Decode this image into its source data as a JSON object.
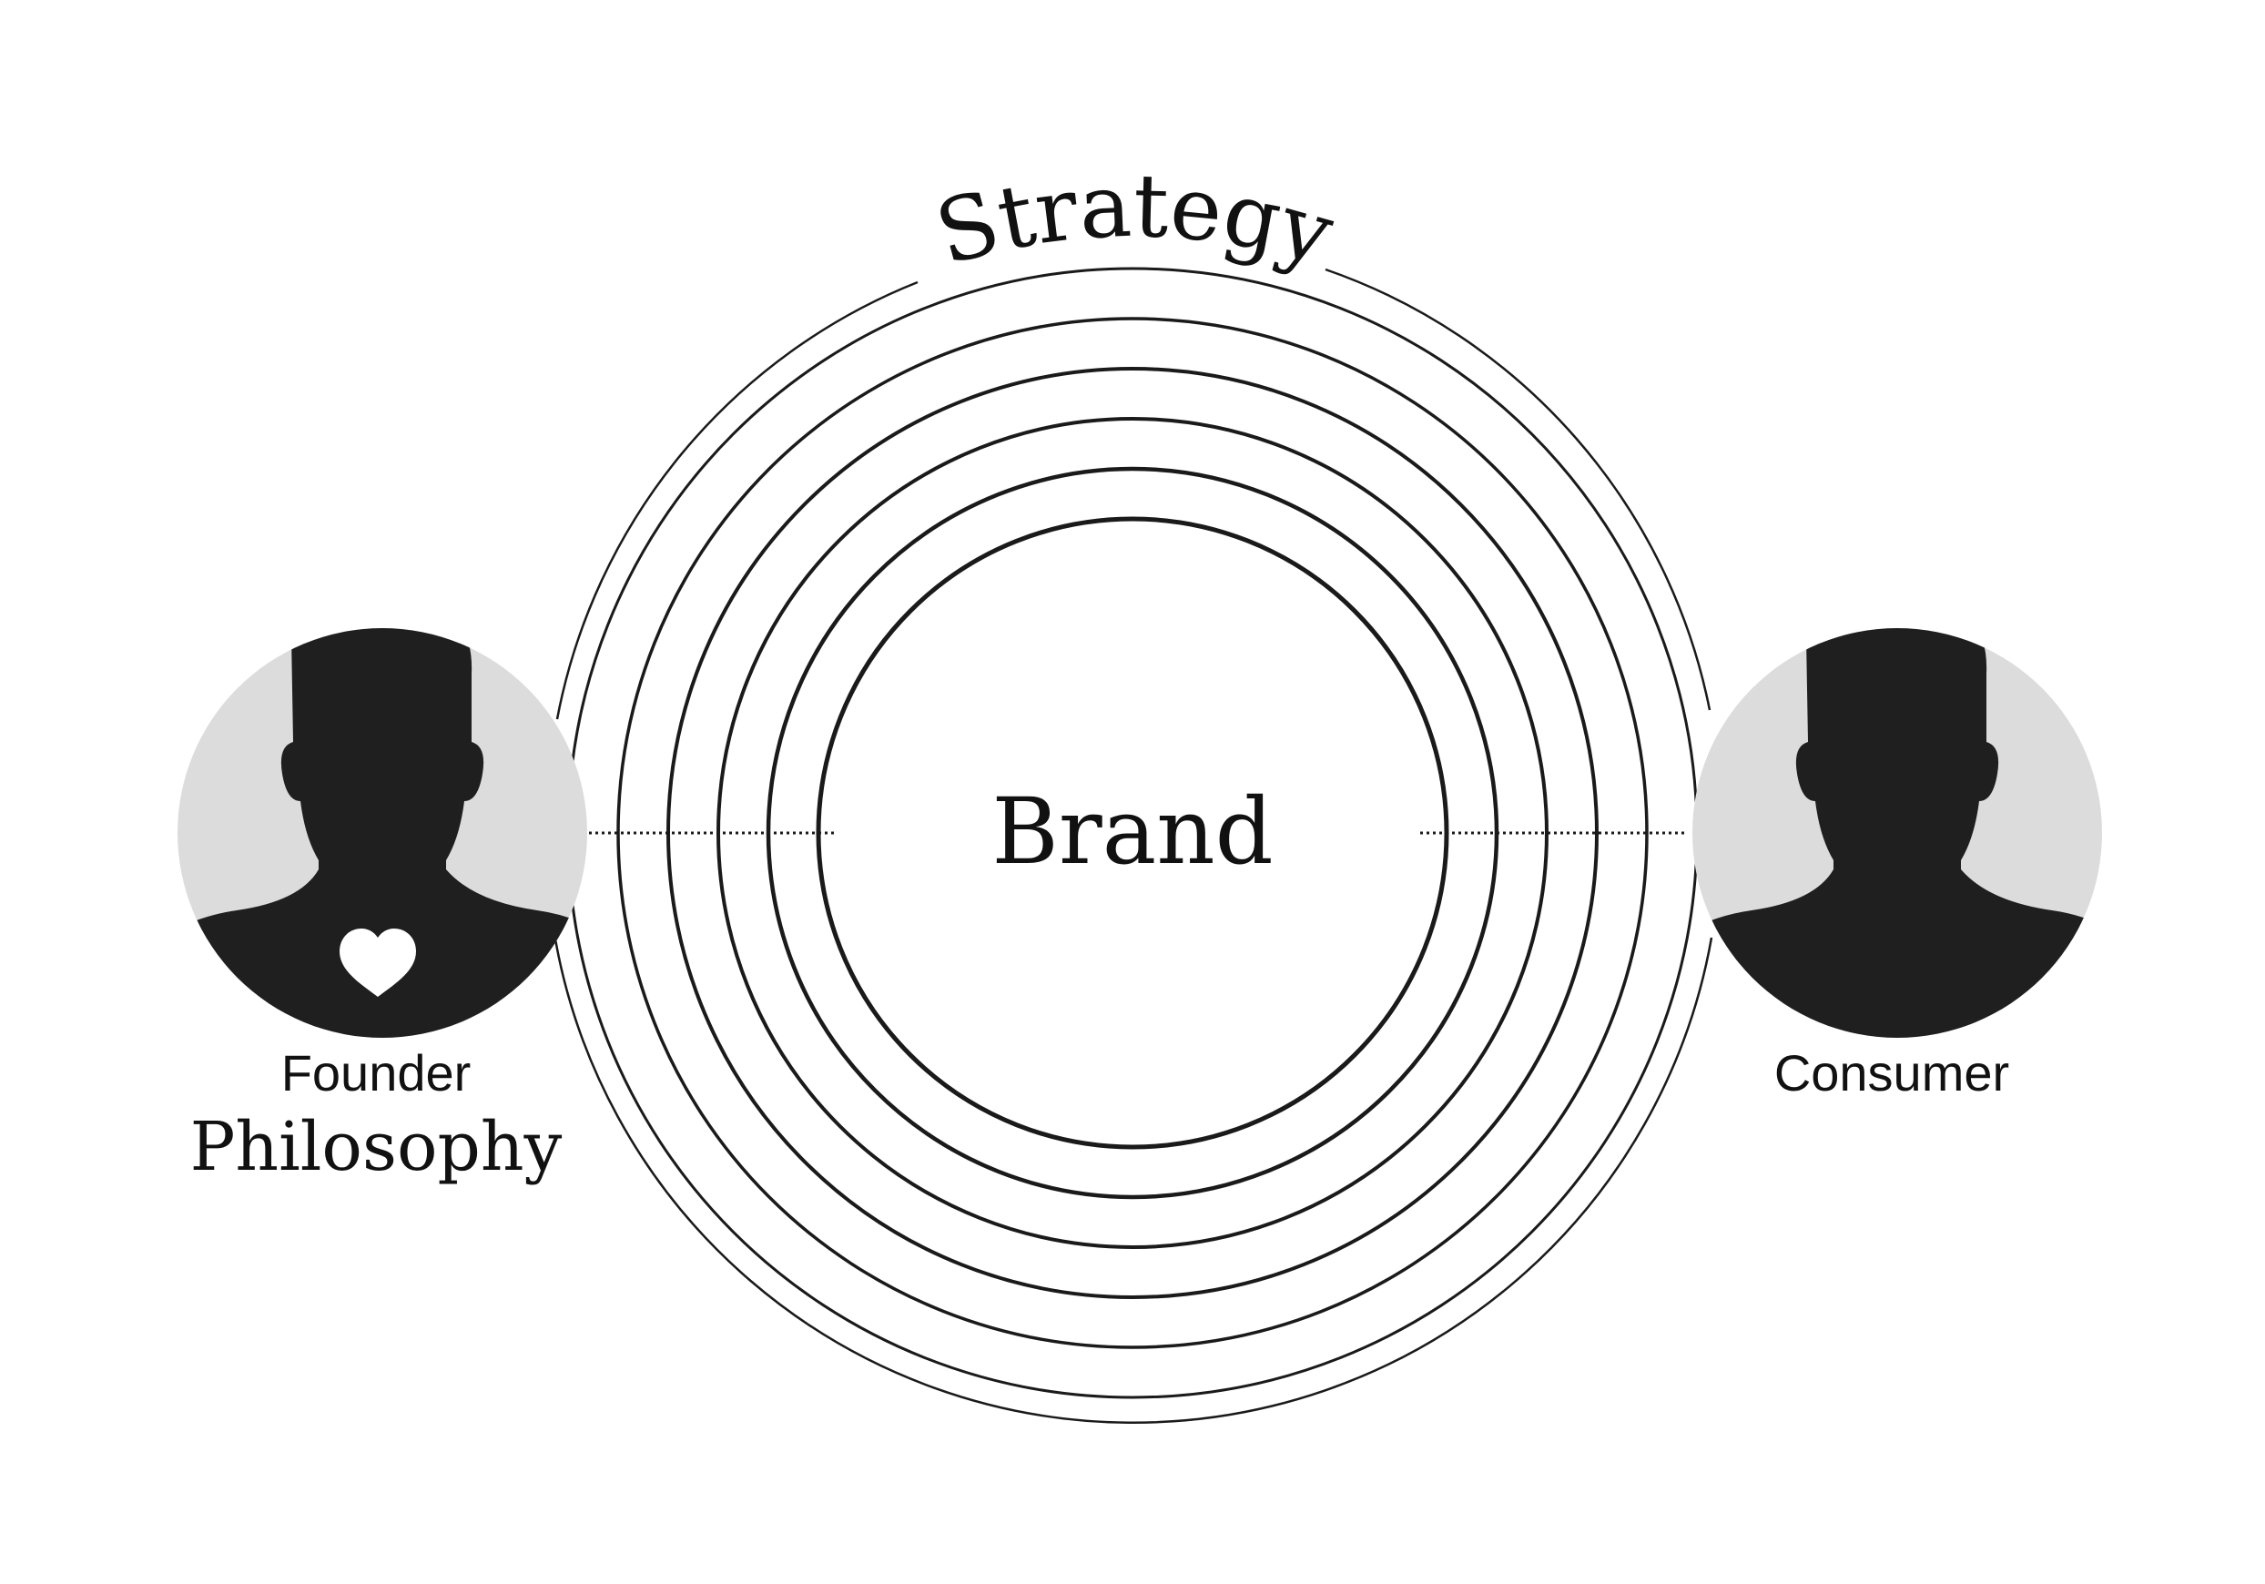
{
  "diagram": {
    "arc_label": "Strategy",
    "center_label": "Brand",
    "left_person": {
      "role": "Founder",
      "subtitle": "Philosophy",
      "icon": "person-silhouette-icon",
      "badge_icon": "heart-icon"
    },
    "right_person": {
      "role": "Consumer",
      "icon": "person-silhouette-icon"
    },
    "colors": {
      "stroke": "#1a1a1a",
      "avatar_bg": "#dcdcdc",
      "silhouette": "#1f1f1f",
      "heart": "#ffffff"
    }
  }
}
